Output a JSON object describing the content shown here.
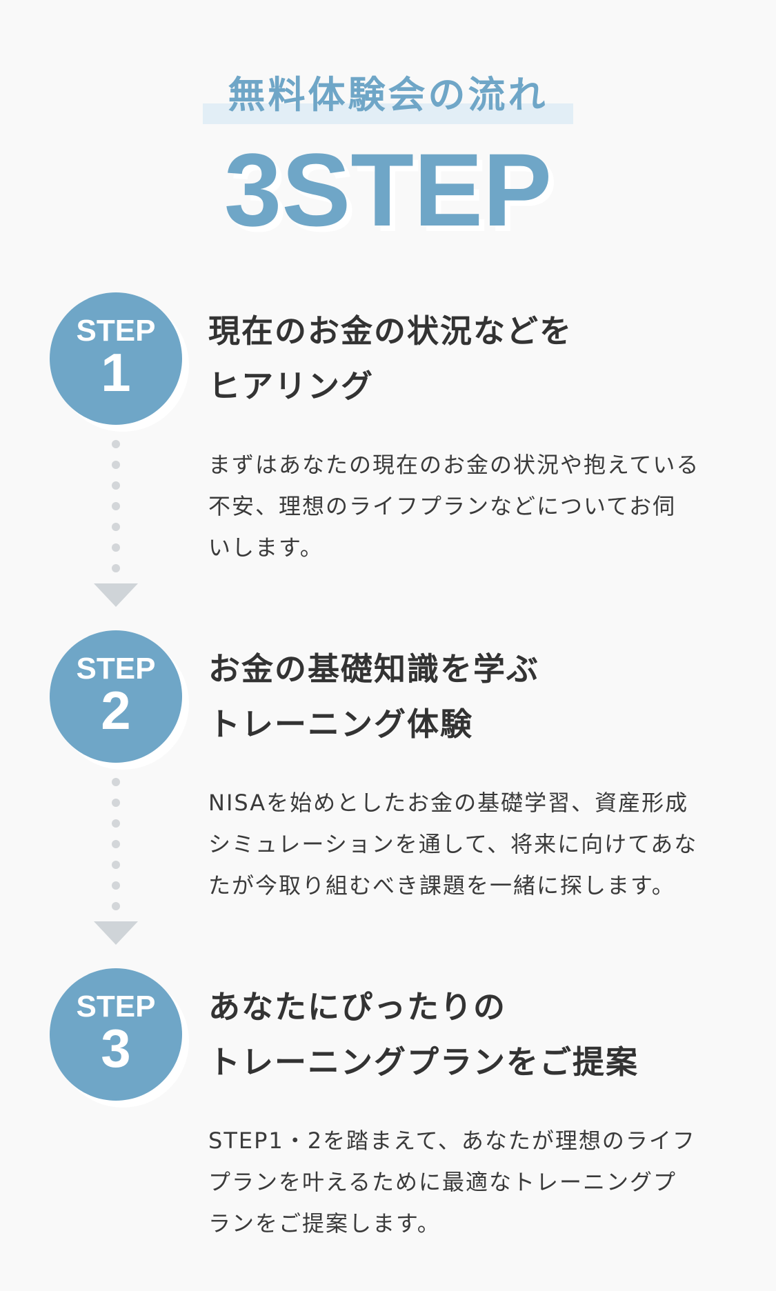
{
  "header": {
    "subtitle": "無料体験会の流れ",
    "title": "3STEP"
  },
  "colors": {
    "accent": "#6fa6c7",
    "band": "#e2eef6",
    "background": "#f9f9f9",
    "text": "#333333",
    "connector": "#d3d6d9"
  },
  "steps": [
    {
      "badge_label": "STEP",
      "badge_number": "1",
      "heading_lines": [
        "現在のお金の状況などを",
        "ヒアリング"
      ],
      "body_lines": [
        "まずはあなたの現在のお金の状況や抱えている",
        "不安、理想のライフプランなどについてお伺",
        "いします。"
      ]
    },
    {
      "badge_label": "STEP",
      "badge_number": "2",
      "heading_lines": [
        "お金の基礎知識を学ぶ",
        "トレーニング体験"
      ],
      "body_lines": [
        "NISAを始めとしたお金の基礎学習、資産形成",
        "シミュレーションを通して、将来に向けてあな",
        "たが今取り組むべき課題を一緒に探します。"
      ]
    },
    {
      "badge_label": "STEP",
      "badge_number": "3",
      "heading_lines": [
        "あなたにぴったりの",
        "トレーニングプランをご提案"
      ],
      "body_lines": [
        "STEP1・2を踏まえて、あなたが理想のライフ",
        "プランを叶えるために最適なトレーニングプ",
        "ランをご提案します。"
      ]
    }
  ]
}
